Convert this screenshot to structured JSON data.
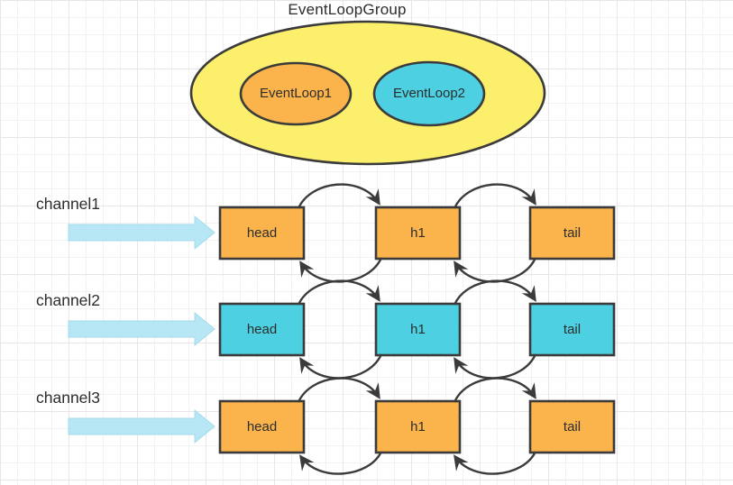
{
  "group": {
    "label": "EventLoopGroup",
    "event_loops": [
      {
        "label": "EventLoop1",
        "color": "orange"
      },
      {
        "label": "EventLoop2",
        "color": "cyan"
      }
    ]
  },
  "channels": [
    {
      "label": "channel1",
      "color": "orange",
      "nodes": [
        "head",
        "h1",
        "tail"
      ]
    },
    {
      "label": "channel2",
      "color": "cyan",
      "nodes": [
        "head",
        "h1",
        "tail"
      ]
    },
    {
      "label": "channel3",
      "color": "orange",
      "nodes": [
        "head",
        "h1",
        "tail"
      ]
    }
  ],
  "icons": {
    "flow_arrow": "right-arrow-icon",
    "link_arrow": "curved-arrow-icon"
  },
  "theme": {
    "yellow": "#FBEF6C",
    "orange": "#FBB44C",
    "cyan": "#4DD0E1",
    "stroke": "#3B3B3B",
    "arrow_fill": "#B7E6F4",
    "arrow_stroke": "#A5DBEC",
    "grid_minor": "#F2F2F4",
    "grid_major": "#E6E6E9",
    "text": "#2D2D2D"
  }
}
